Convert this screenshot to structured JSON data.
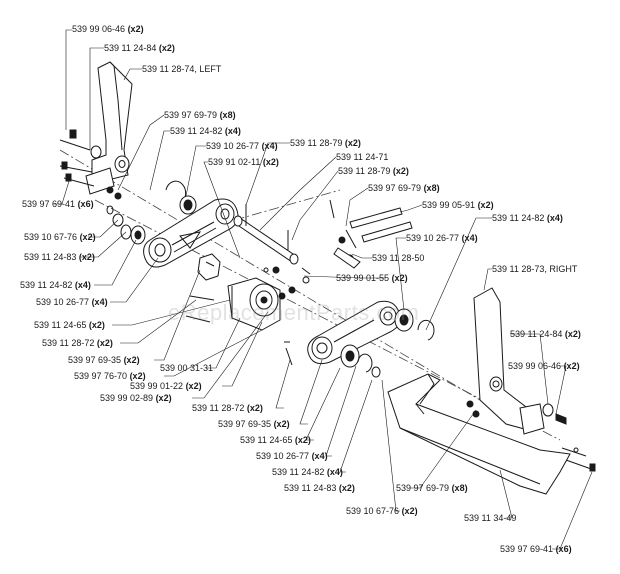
{
  "watermark": "eReplacementParts.com",
  "labels": [
    {
      "id": "l01",
      "part": "539 99 06-46",
      "qty": "(x2)"
    },
    {
      "id": "l02",
      "part": "539 11 24-84",
      "qty": "(x2)"
    },
    {
      "id": "l03",
      "part": "539 11 28-74, LEFT",
      "qty": ""
    },
    {
      "id": "l04",
      "part": "539 97 69-79",
      "qty": "(x8)"
    },
    {
      "id": "l05",
      "part": "539 11 24-82",
      "qty": "(x4)"
    },
    {
      "id": "l06",
      "part": "539 10 26-77",
      "qty": "(x4)"
    },
    {
      "id": "l07",
      "part": "539 91 02-11",
      "qty": "(x2)"
    },
    {
      "id": "l08",
      "part": "539 11 28-79",
      "qty": "(x2)"
    },
    {
      "id": "l09",
      "part": "539 11 24-71",
      "qty": ""
    },
    {
      "id": "l10",
      "part": "539 11 28-79",
      "qty": "(x2)"
    },
    {
      "id": "l11",
      "part": "539 97 69-79",
      "qty": "(x8)"
    },
    {
      "id": "l12",
      "part": "539 99 05-91",
      "qty": "(x2)"
    },
    {
      "id": "l13",
      "part": "539 97 69-41",
      "qty": "(x6)"
    },
    {
      "id": "l14",
      "part": "539 11 24-82",
      "qty": "(x4)"
    },
    {
      "id": "l15",
      "part": "539 10 67-76",
      "qty": "(x2)"
    },
    {
      "id": "l16",
      "part": "539 10 26-77",
      "qty": "(x4)"
    },
    {
      "id": "l17",
      "part": "539 11 24-83",
      "qty": "(x2)"
    },
    {
      "id": "l18",
      "part": "539 11 28-50",
      "qty": ""
    },
    {
      "id": "l19",
      "part": "539 11 24-82",
      "qty": "(x4)"
    },
    {
      "id": "l20",
      "part": "539 11 28-73, RIGHT",
      "qty": ""
    },
    {
      "id": "l21",
      "part": "539 99 01-55",
      "qty": "(x2)"
    },
    {
      "id": "l22",
      "part": "539 10 26-77",
      "qty": "(x4)"
    },
    {
      "id": "l23",
      "part": "539 11 24-65",
      "qty": "(x2)"
    },
    {
      "id": "l24",
      "part": "539 11 28-72",
      "qty": "(x2)"
    },
    {
      "id": "l25",
      "part": "539 11 24-84",
      "qty": "(x2)"
    },
    {
      "id": "l26",
      "part": "539 97 69-35",
      "qty": "(x2)"
    },
    {
      "id": "l27",
      "part": "539 00 31-31",
      "qty": ""
    },
    {
      "id": "l28",
      "part": "539 99 06-46",
      "qty": "(x2)"
    },
    {
      "id": "l29",
      "part": "539 97 76-70",
      "qty": "(x2)"
    },
    {
      "id": "l30",
      "part": "539 99 01-22",
      "qty": "(x2)"
    },
    {
      "id": "l31",
      "part": "539 99 02-89",
      "qty": "(x2)"
    },
    {
      "id": "l32",
      "part": "539 11 28-72",
      "qty": "(x2)"
    },
    {
      "id": "l33",
      "part": "539 97 69-35",
      "qty": "(x2)"
    },
    {
      "id": "l34",
      "part": "539 11 24-65",
      "qty": "(x2)"
    },
    {
      "id": "l35",
      "part": "539 10 26-77",
      "qty": "(x4)"
    },
    {
      "id": "l36",
      "part": "539 11 24-82",
      "qty": "(x4)"
    },
    {
      "id": "l37",
      "part": "539 11 24-83",
      "qty": "(x2)"
    },
    {
      "id": "l38",
      "part": "539 97 69-79",
      "qty": "(x8)"
    },
    {
      "id": "l39",
      "part": "539 10 67-76",
      "qty": "(x2)"
    },
    {
      "id": "l40",
      "part": "539 11 34-49",
      "qty": ""
    },
    {
      "id": "l41",
      "part": "539 97 69-41",
      "qty": "(x6)"
    }
  ]
}
